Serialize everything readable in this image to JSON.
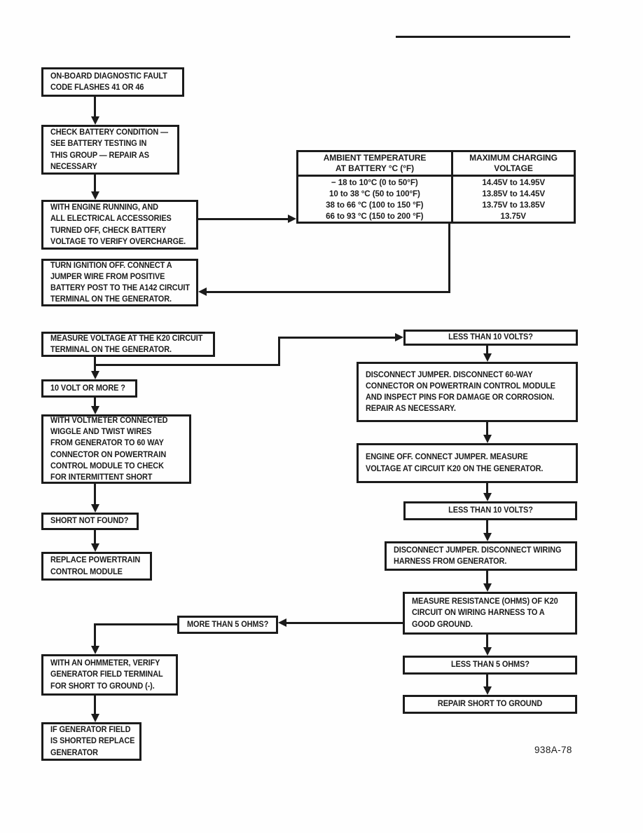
{
  "figure_number": "938A-78",
  "colors": {
    "ink": "#1b1b1b",
    "paper": "#fefefe"
  },
  "nodes": {
    "onboard": "ON-BOARD DIAGNOSTIC FAULT\nCODE FLASHES 41 OR 46",
    "check_battery": "CHECK BATTERY CONDITION —\nSEE BATTERY TESTING IN\nTHIS GROUP — REPAIR AS\nNECESSARY",
    "engine_running": "WITH ENGINE RUNNING, AND\nALL ELECTRICAL ACCESSORIES\nTURNED OFF, CHECK BATTERY\nVOLTAGE TO VERIFY OVERCHARGE.",
    "turn_ignition": "TURN IGNITION OFF. CONNECT A\nJUMPER WIRE FROM POSITIVE\nBATTERY POST TO THE A142 CIRCUIT\nTERMINAL ON THE GENERATOR.",
    "measure_k20": "MEASURE VOLTAGE AT THE K20 CIRCUIT\nTERMINAL ON THE GENERATOR.",
    "ten_volt_or_more": "10 VOLT OR MORE ?",
    "wiggle_wires": "WITH VOLTMETER CONNECTED\nWIGGLE AND TWIST WIRES\nFROM GENERATOR TO 60 WAY\nCONNECTOR ON POWERTRAIN\nCONTROL MODULE TO CHECK\nFOR INTERMITTENT SHORT",
    "short_not_found": "SHORT NOT FOUND?",
    "replace_pcm": "REPLACE POWERTRAIN\nCONTROL MODULE",
    "less_than_10_a": "LESS THAN 10 VOLTS?",
    "disconnect_60way": "DISCONNECT JUMPER. DISCONNECT 60-WAY\nCONNECTOR ON POWERTRAIN CONTROL MODULE\nAND INSPECT PINS FOR DAMAGE OR CORROSION.\nREPAIR AS NECESSARY.",
    "engine_off_jumper": "ENGINE OFF. CONNECT JUMPER. MEASURE\nVOLTAGE AT CIRCUIT K20 ON THE GENERATOR.",
    "less_than_10_b": "LESS THAN 10 VOLTS?",
    "disconnect_harness": "DISCONNECT JUMPER. DISCONNECT WIRING\nHARNESS FROM GENERATOR.",
    "measure_resistance": "MEASURE RESISTANCE (OHMS) OF K20\nCIRCUIT ON WIRING HARNESS TO A\nGOOD GROUND.",
    "less_than_5_ohms": "LESS THAN 5 OHMS?",
    "repair_short": "REPAIR SHORT TO GROUND",
    "more_than_5_ohms": "MORE THAN 5 OHMS?",
    "ohmmeter_verify": "WITH AN OHMMETER, VERIFY\nGENERATOR FIELD TERMINAL\nFOR SHORT TO GROUND (-).",
    "replace_generator": "IF GENERATOR FIELD\nIS SHORTED REPLACE\nGENERATOR"
  },
  "table": {
    "col1_header": "AMBIENT TEMPERATURE\nAT BATTERY °C (°F)",
    "col2_header": "MAXIMUM CHARGING\nVOLTAGE",
    "rows": [
      [
        "− 18 to 10°C (0 to 50°F)",
        "14.45V to 14.95V"
      ],
      [
        "10 to 38 °C (50 to 100°F)",
        "13.85V to 14.45V"
      ],
      [
        "38 to 66 °C (100 to 150 °F)",
        "13.75V to 13.85V"
      ],
      [
        "66 to 93 °C (150 to 200 °F)",
        "13.75V"
      ]
    ]
  }
}
